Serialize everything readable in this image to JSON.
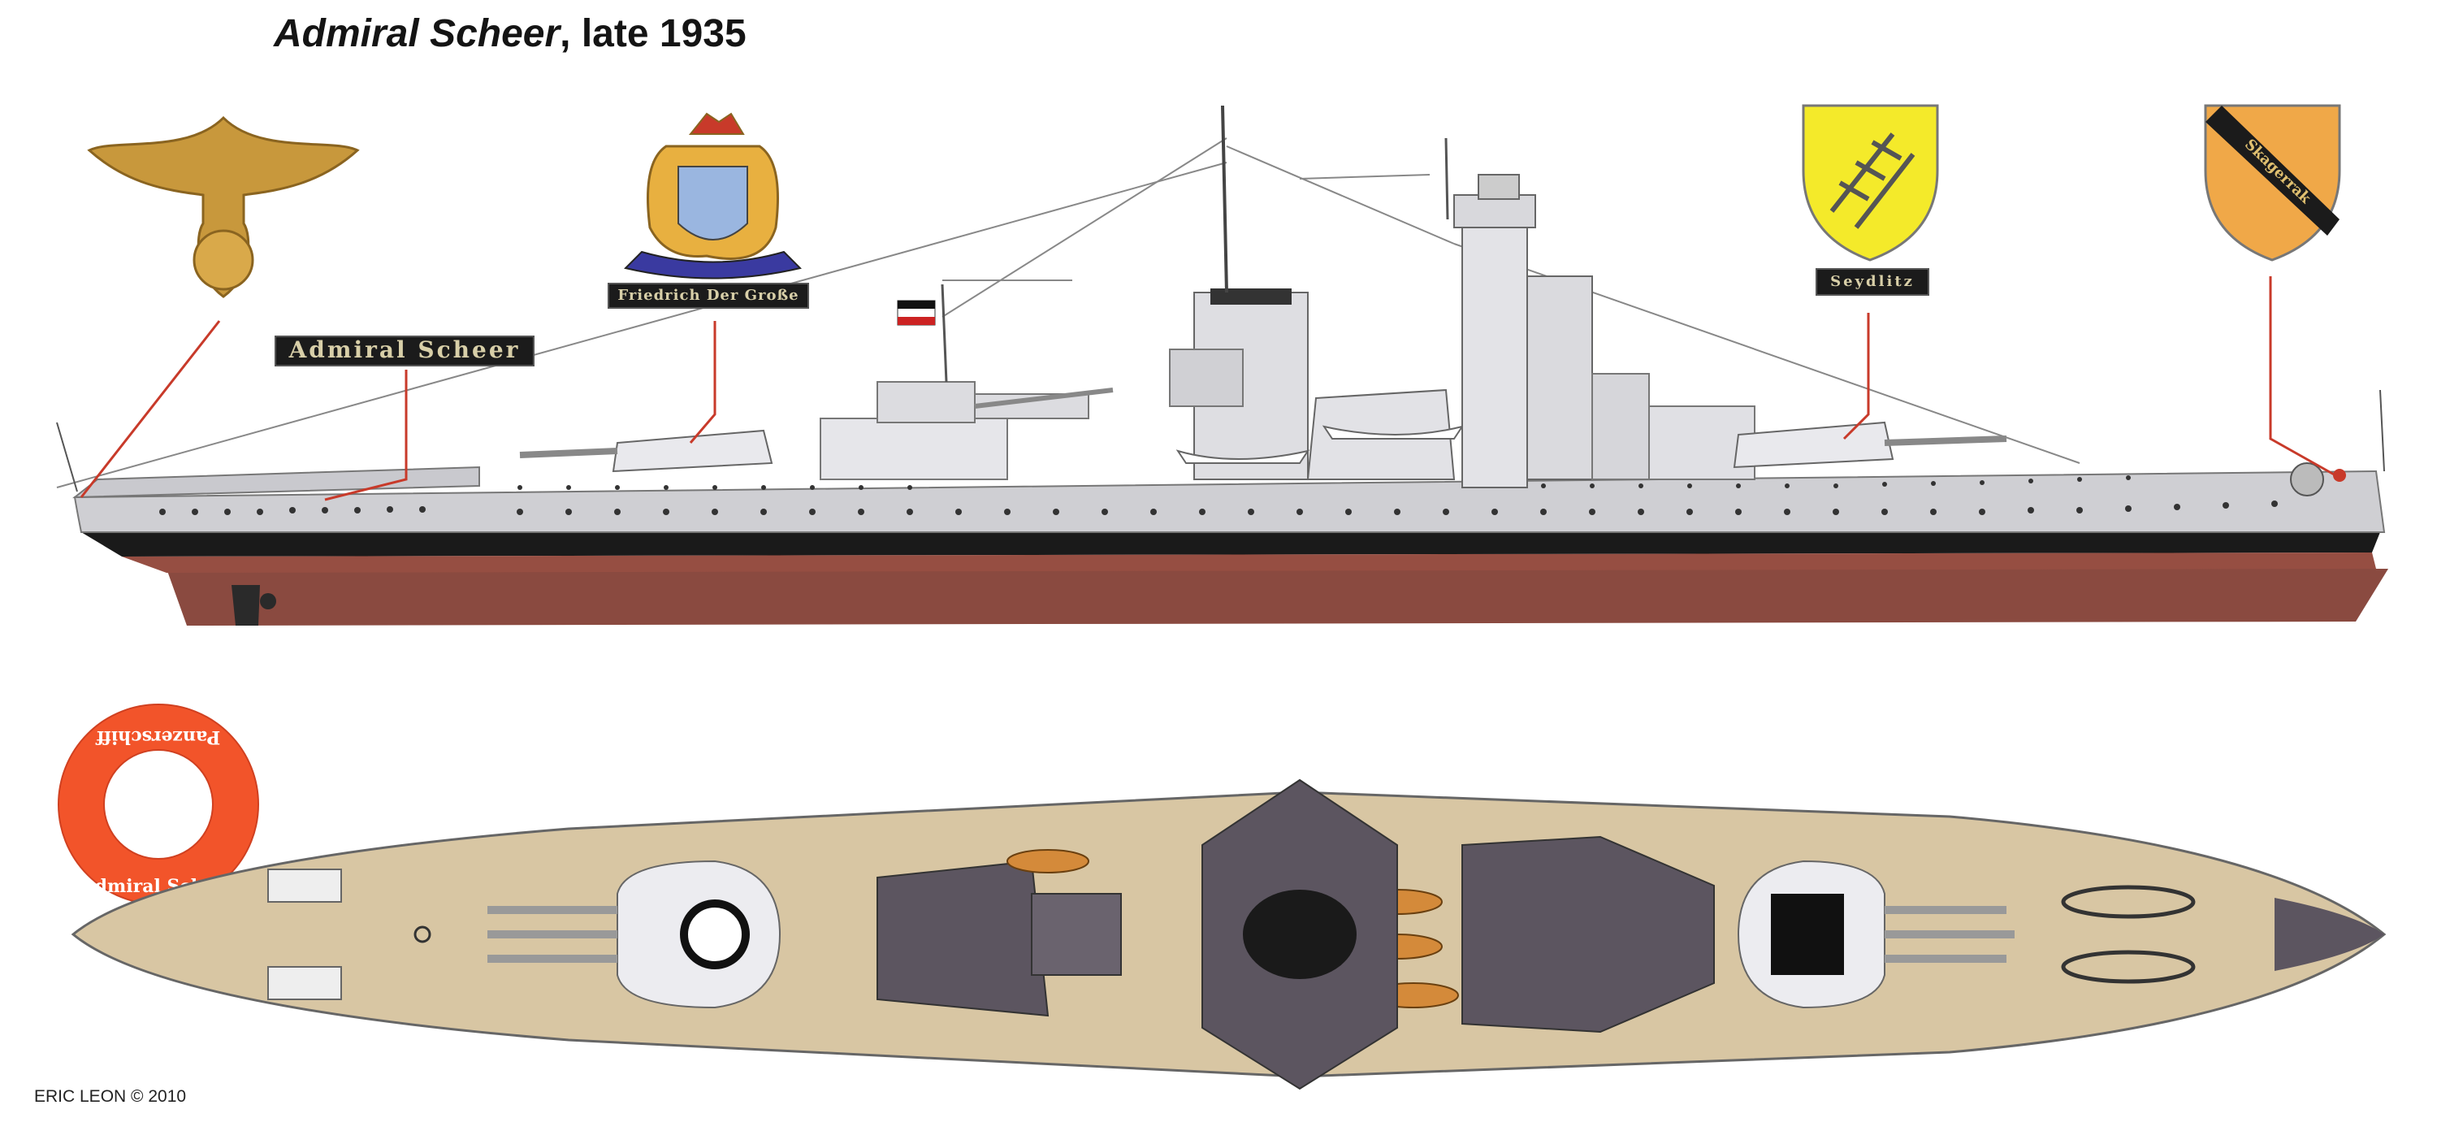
{
  "title": {
    "italic": "Admiral Scheer",
    "rest": ", late 1935"
  },
  "credit": "ERIC LEON © 2010",
  "labels": {
    "admiral_scheer": "Admiral Scheer",
    "friedrich": "Friedrich Der Große",
    "seydlitz": "Seydlitz",
    "skagerrak": "Skagerrak",
    "lifering_top": "Panzerschiff",
    "lifering_bottom": "Admiral Scheer"
  },
  "colors": {
    "hull_grey": "#cfcfd3",
    "boot_top": "#1a1a1a",
    "hull_red": "#8a4a40",
    "deck_wood": "#d8c6a3",
    "dark_grey": "#5c5560",
    "leader_red": "#c83a2a",
    "ring_orange": "#f2542a",
    "eagle_gold": "#c8983c",
    "shield_yellow": "#f4ea2a",
    "shield_orange": "#f0a848"
  }
}
